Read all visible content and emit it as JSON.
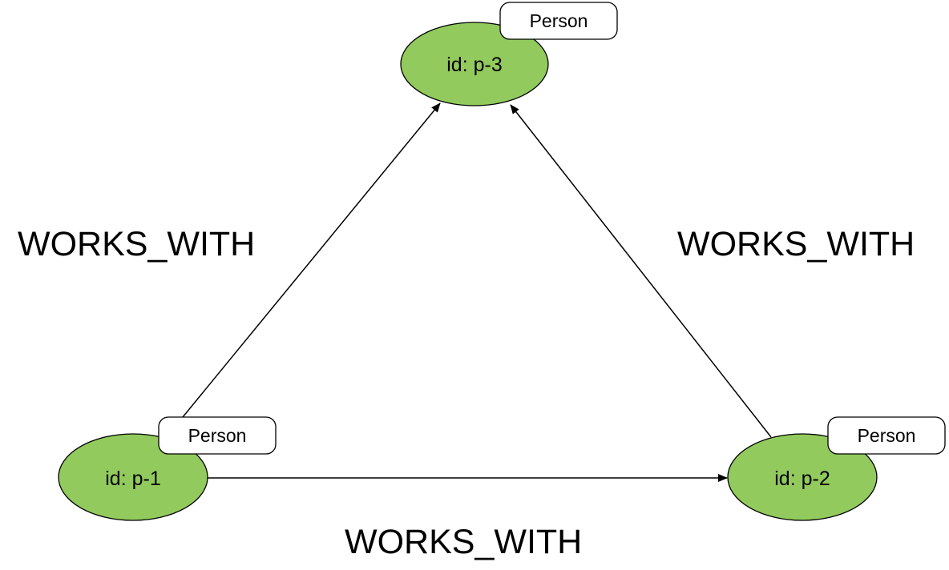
{
  "colors": {
    "node_fill": "#92ca5d",
    "stroke": "#000000",
    "label_fill": "#ffffff",
    "background": "#ffffff"
  },
  "nodes": [
    {
      "key": "p1",
      "id_text": "id: p-1",
      "label": "Person"
    },
    {
      "key": "p2",
      "id_text": "id: p-2",
      "label": "Person"
    },
    {
      "key": "p3",
      "id_text": "id: p-3",
      "label": "Person"
    }
  ],
  "edges": [
    {
      "from": "p1",
      "to": "p3",
      "label": "WORKS_WITH"
    },
    {
      "from": "p2",
      "to": "p3",
      "label": "WORKS_WITH"
    },
    {
      "from": "p1",
      "to": "p2",
      "label": "WORKS_WITH"
    }
  ]
}
